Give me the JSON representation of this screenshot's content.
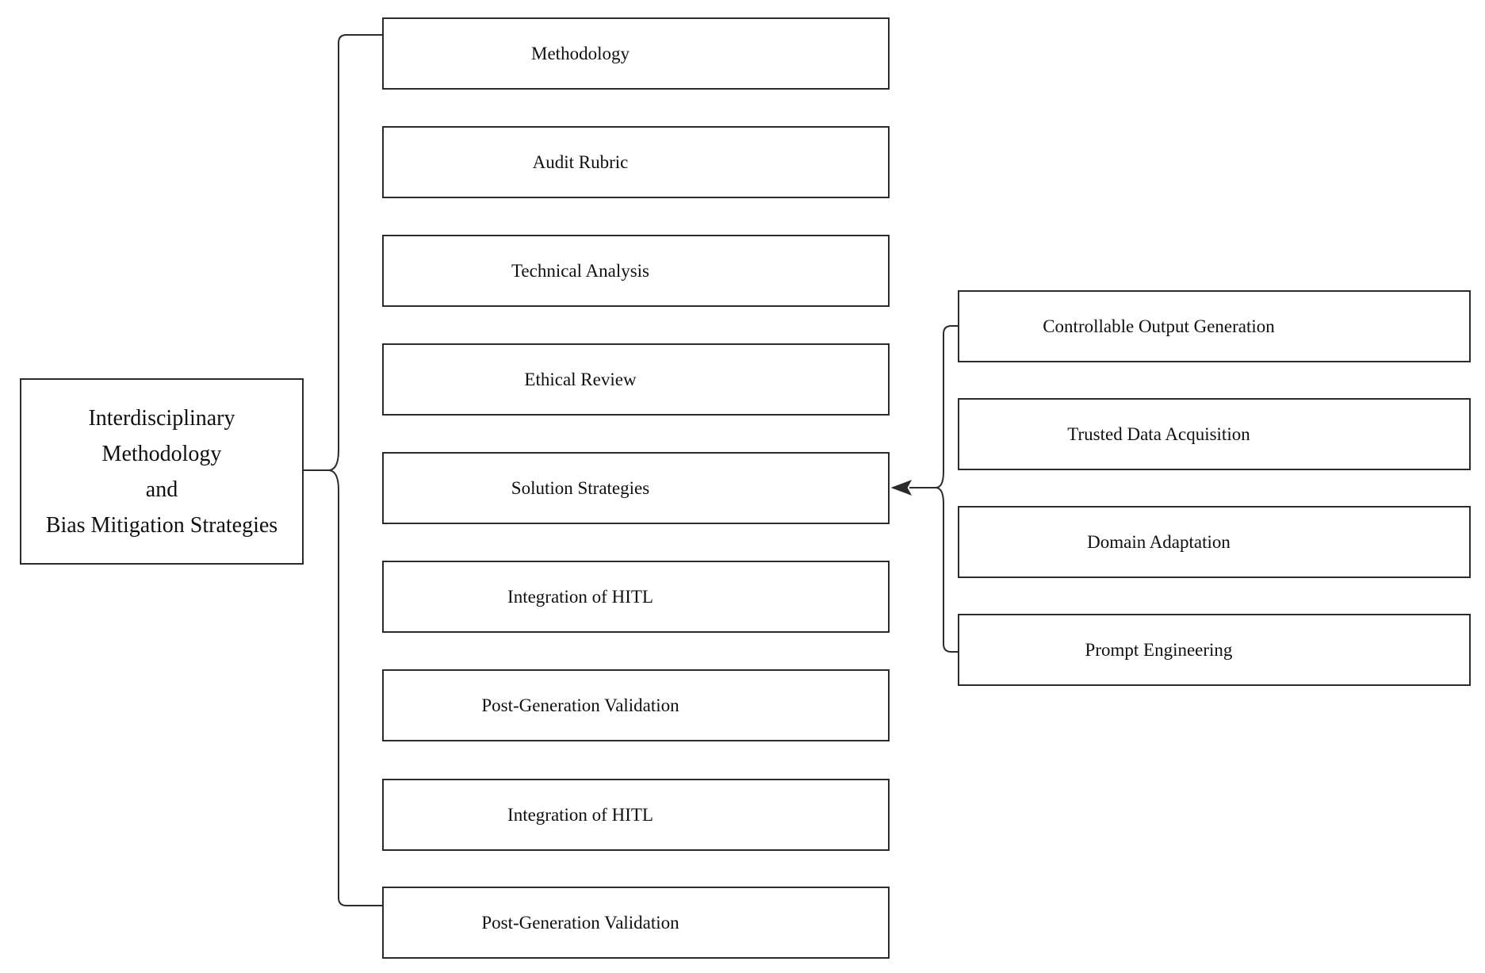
{
  "root_node": {
    "label": "Interdisciplinary\nMethodology\nand\nBias Mitigation Strategies"
  },
  "main_column": {
    "items": [
      {
        "label": "Methodology"
      },
      {
        "label": "Audit Rubric"
      },
      {
        "label": "Technical Analysis"
      },
      {
        "label": "Ethical Review"
      },
      {
        "label": "Solution Strategies"
      },
      {
        "label": "Integration of HITL"
      },
      {
        "label": "Post-Generation Validation"
      },
      {
        "label": "Integration of HITL"
      },
      {
        "label": "Post-Generation Validation"
      }
    ]
  },
  "solution_sub_column": {
    "items": [
      {
        "label": "Controllable Output Generation"
      },
      {
        "label": "Trusted Data Acquisition"
      },
      {
        "label": "Domain Adaptation"
      },
      {
        "label": "Prompt Engineering"
      }
    ]
  },
  "colors": {
    "line": "#2b2b2b",
    "text": "#101010",
    "node_background": "#ffffff"
  }
}
